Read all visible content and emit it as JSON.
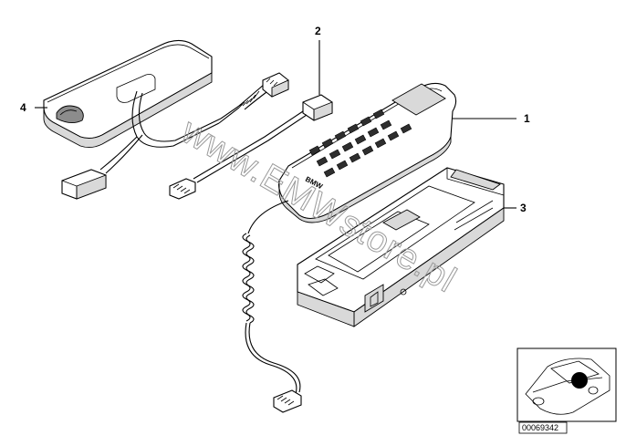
{
  "diagram": {
    "callouts": [
      {
        "id": "1",
        "label": "1"
      },
      {
        "id": "2",
        "label": "2"
      },
      {
        "id": "3",
        "label": "3"
      },
      {
        "id": "4",
        "label": "4"
      }
    ],
    "handset_brand": "BMW",
    "watermark": "www.EMWstore.pl",
    "inset": {
      "code": "00069342"
    }
  }
}
